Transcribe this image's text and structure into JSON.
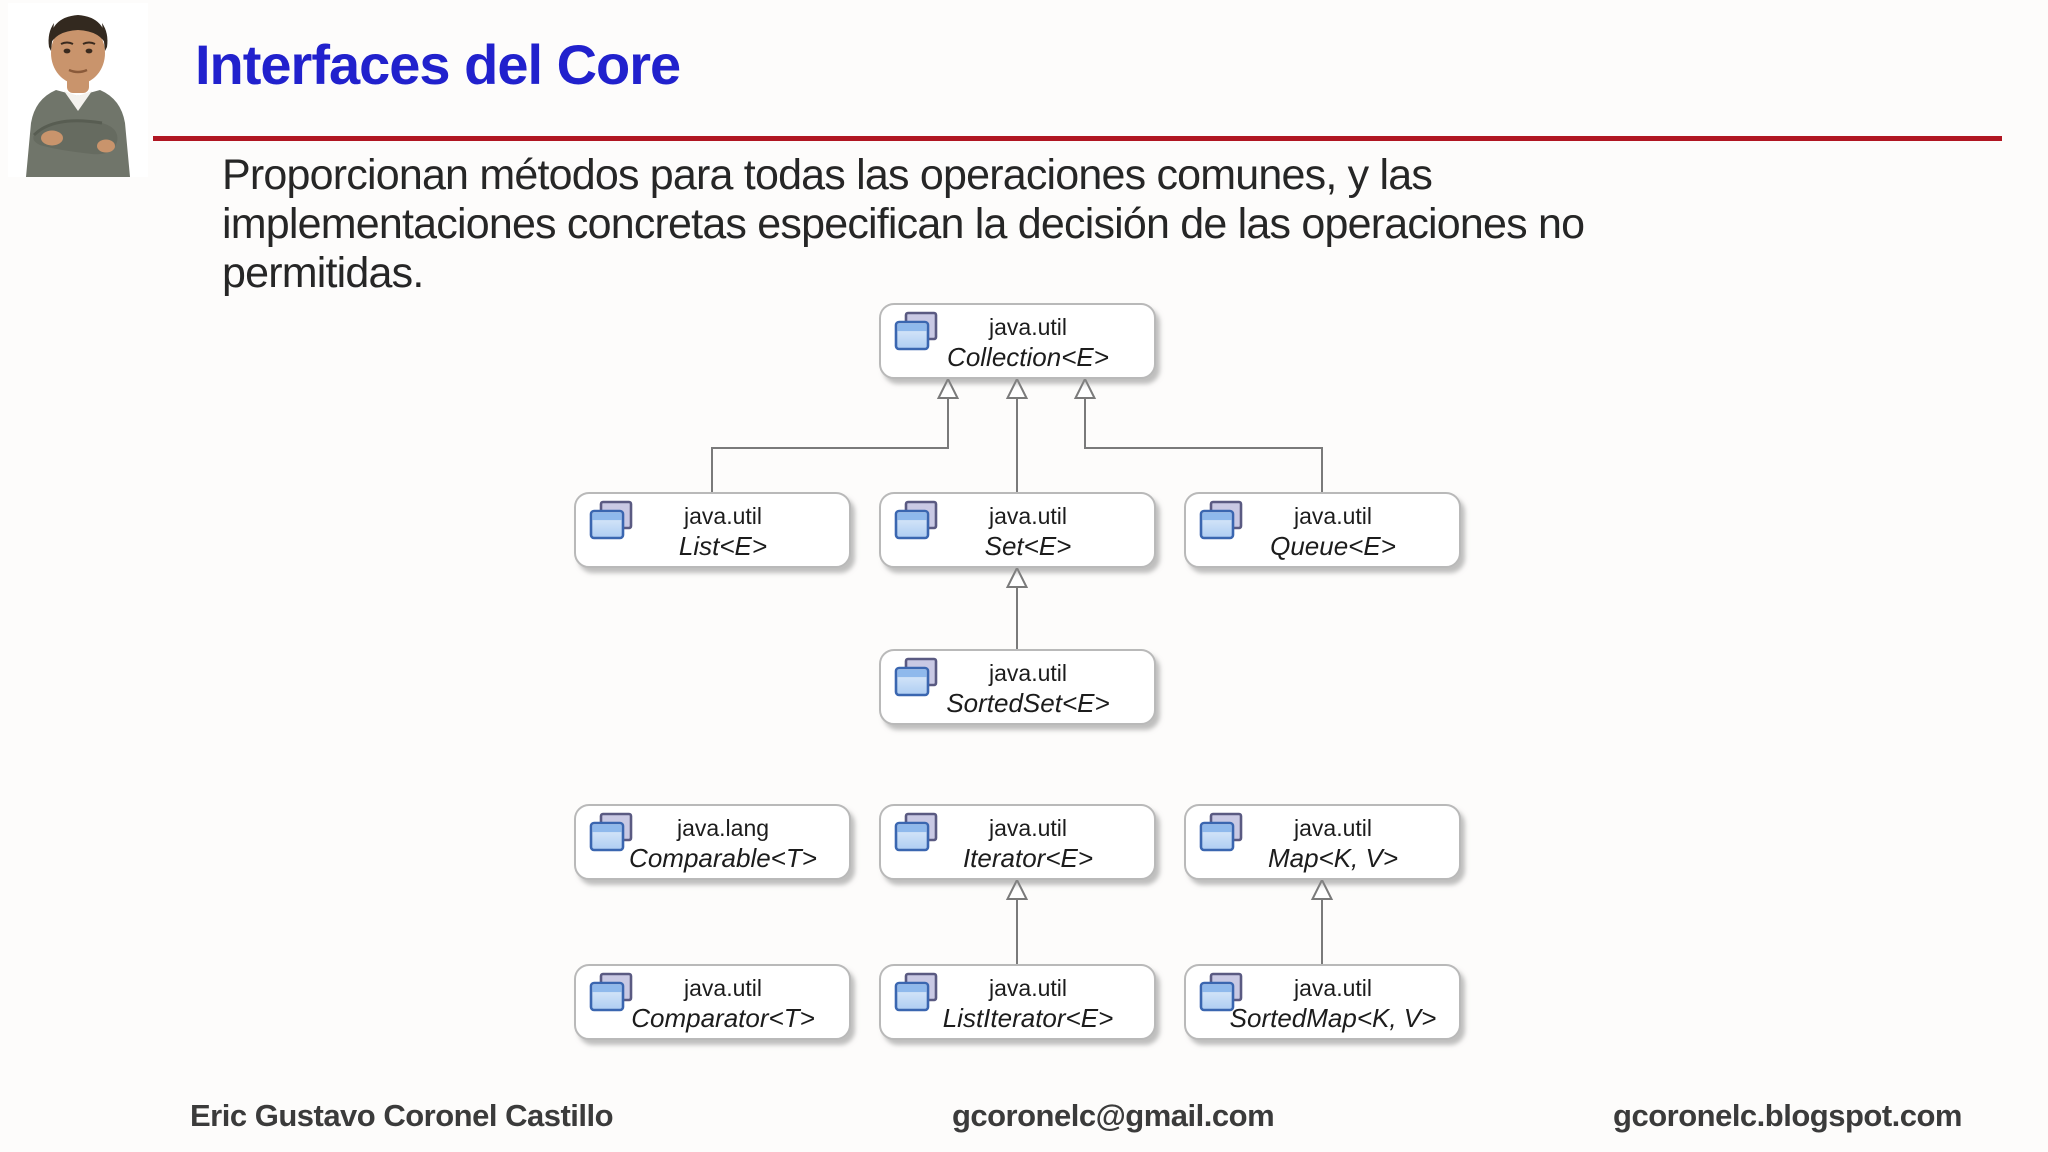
{
  "slide": {
    "title": "Interfaces del Core",
    "body_lines": [
      "Proporcionan métodos para todas las operaciones comunes, y las",
      "implementaciones concretas especifican la decisión de las operaciones no",
      "permitidas."
    ],
    "colors": {
      "title_blue": "#2121cd",
      "rule_red": "#b01622",
      "body_text": "#262626",
      "node_border": "#b9b9b9",
      "edge_gray": "#7a7a7a",
      "icon_front_blue": "#bcd8f6",
      "icon_back_lavender": "#c9c9e4"
    }
  },
  "diagram": {
    "icons": {
      "node_icon": "package-frames-icon"
    },
    "nodes": [
      {
        "id": "collection",
        "package": "java.util",
        "name": "Collection<E>"
      },
      {
        "id": "list",
        "package": "java.util",
        "name": "List<E>"
      },
      {
        "id": "set",
        "package": "java.util",
        "name": "Set<E>"
      },
      {
        "id": "queue",
        "package": "java.util",
        "name": "Queue<E>"
      },
      {
        "id": "sortedset",
        "package": "java.util",
        "name": "SortedSet<E>"
      },
      {
        "id": "comparable",
        "package": "java.lang",
        "name": "Comparable<T>"
      },
      {
        "id": "iterator",
        "package": "java.util",
        "name": "Iterator<E>"
      },
      {
        "id": "map",
        "package": "java.util",
        "name": "Map<K, V>"
      },
      {
        "id": "comparator",
        "package": "java.util",
        "name": "Comparator<T>"
      },
      {
        "id": "listiterator",
        "package": "java.util",
        "name": "ListIterator<E>"
      },
      {
        "id": "sortedmap",
        "package": "java.util",
        "name": "SortedMap<K, V>"
      }
    ],
    "edges": [
      {
        "from": "List<E>",
        "to": "Collection<E>",
        "type": "extends"
      },
      {
        "from": "Set<E>",
        "to": "Collection<E>",
        "type": "extends"
      },
      {
        "from": "Queue<E>",
        "to": "Collection<E>",
        "type": "extends"
      },
      {
        "from": "SortedSet<E>",
        "to": "Set<E>",
        "type": "extends"
      },
      {
        "from": "ListIterator<E>",
        "to": "Iterator<E>",
        "type": "extends"
      },
      {
        "from": "SortedMap<K, V>",
        "to": "Map<K, V>",
        "type": "extends"
      }
    ]
  },
  "footer": {
    "author": "Eric Gustavo Coronel Castillo",
    "email": "gcoronelc@gmail.com",
    "blog": "gcoronelc.blogspot.com"
  }
}
